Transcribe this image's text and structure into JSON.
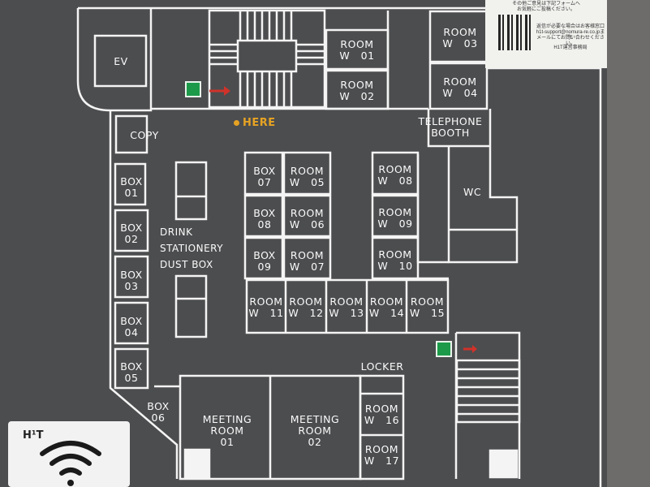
{
  "here_label": "HERE",
  "rooms": {
    "ev": "EV",
    "copy": "COPY",
    "telephone_booth": "TELEPHONE\nBOOTH",
    "wc": "WC",
    "drink": "DRINK\nSTATIONERY\nDUST BOX",
    "locker": "LOCKER",
    "meeting1": "MEETING\nROOM\n01",
    "meeting2": "MEETING\nROOM\n02",
    "box06": "BOX\n06",
    "w01": "ROOM\nW   01",
    "w02": "ROOM\nW   02",
    "w03": "ROOM\nW   03",
    "w04": "ROOM\nW   04",
    "w05": "ROOM\nW   05",
    "w06": "ROOM\nW   06",
    "w07": "ROOM\nW   07",
    "w08": "ROOM\nW   08",
    "w09": "ROOM\nW   09",
    "w10": "ROOM\nW   10",
    "w11": "ROOM\nW   11",
    "w12": "ROOM\nW   12",
    "w13": "ROOM\nW   13",
    "w14": "ROOM\nW   14",
    "w15": "ROOM\nW   15",
    "w16": "ROOM\nW   16",
    "w17": "ROOM\nW   17",
    "box01": "BOX\n01",
    "box02": "BOX\n02",
    "box03": "BOX\n03",
    "box04": "BOX\n04",
    "box05": "BOX\n05",
    "box07": "BOX\n07",
    "box08": "BOX\n08",
    "box09": "BOX\n09"
  },
  "notice": {
    "line1": "その他ご意見は下記フォームへ",
    "line2": "お気軽にご投稿ください。",
    "line3": "返信が必要な場合はお客様窓口",
    "line4": "h1t-support@nomura-re.co.jpまで",
    "line5": "メールにてお問い合わせください。",
    "line6": "H1T運営事務局"
  },
  "wifi": {
    "brand": "H¹T"
  },
  "colors": {
    "line": "#f4f4f4",
    "here": "#e6a323",
    "exit_green": "#1c9a4a",
    "arrow": "#d0322a"
  }
}
